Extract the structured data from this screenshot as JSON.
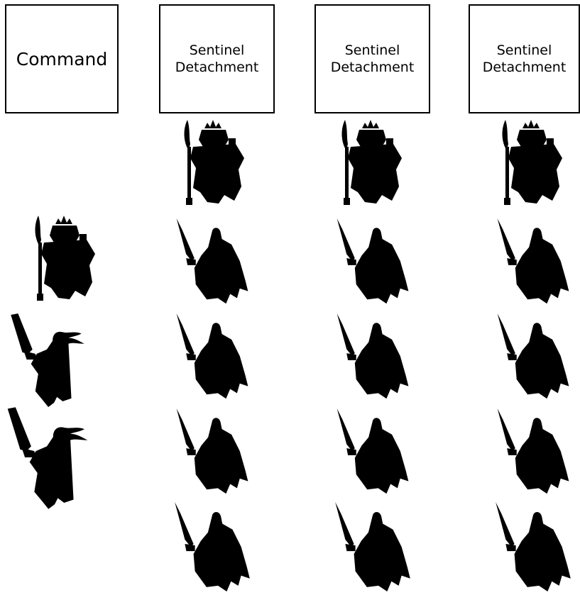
{
  "columns": [
    {
      "title_lines": [
        "Command"
      ],
      "figures": [
        "captain",
        "banner-knight",
        "banner-knight"
      ]
    },
    {
      "title_lines": [
        "Sentinel",
        "Detachment"
      ],
      "figures": [
        "captain",
        "sword-knight",
        "sword-knight",
        "sword-knight",
        "sword-knight"
      ]
    },
    {
      "title_lines": [
        "Sentinel",
        "Detachment"
      ],
      "figures": [
        "captain",
        "sword-knight",
        "sword-knight",
        "sword-knight",
        "sword-knight"
      ]
    },
    {
      "title_lines": [
        "Sentinel",
        "Detachment"
      ],
      "figures": [
        "captain",
        "sword-knight",
        "sword-knight",
        "sword-knight",
        "sword-knight"
      ]
    }
  ],
  "colors": {
    "silhouette": "#000000",
    "box_border": "#000000",
    "background": "#ffffff"
  }
}
